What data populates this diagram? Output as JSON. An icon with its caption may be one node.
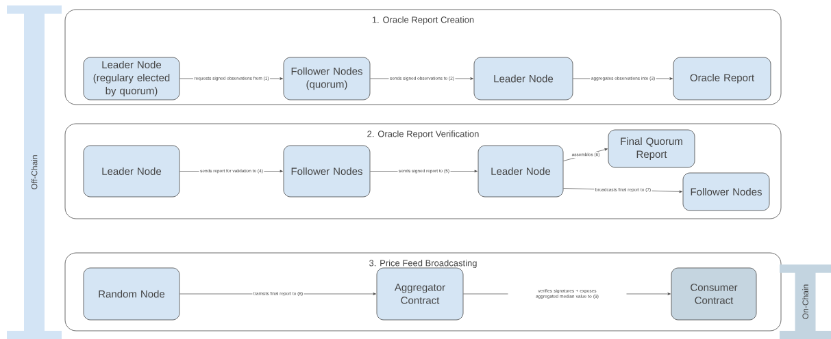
{
  "diagram": {
    "nodes": [
      {
        "text": [
          "1. Oracle Report Creation"
        ]
      },
      {
        "text": [
          "Leader Node (regulary elected by quorum)"
        ],
        "in": 0
      },
      {
        "text": [
          "Follower Nodes (quorum)"
        ],
        "in": 0
      },
      {
        "text": [
          "Leader Node"
        ],
        "in": 0
      },
      {
        "text": [
          "Oracle Report"
        ],
        "in": 0
      },
      {
        "text": [
          "2. Oracle Report Verification"
        ]
      },
      {
        "text": [
          "Leader Node"
        ],
        "in": 5
      },
      {
        "text": [
          "Follower Nodes"
        ],
        "in": 5
      },
      {
        "text": [
          "Leader Node"
        ],
        "in": 5
      },
      {
        "text": [
          "Final Quorum Report"
        ],
        "in": 5
      },
      {
        "text": [
          "Follower Nodes"
        ],
        "in": 5
      },
      {
        "text": [
          "3. Price Feed Broadcasting"
        ]
      },
      {
        "text": [
          "Random Node"
        ],
        "in": 11
      },
      {
        "text": [
          "Aggregator Contract"
        ],
        "in": 11
      },
      {
        "text": [
          "Consumer Contract"
        ],
        "in": 11
      },
      {
        "text": [
          "Off-Chain"
        ]
      },
      {
        "text": [
          "On-Chain"
        ]
      }
    ],
    "edges": [
      {
        "from": 1,
        "to": 2,
        "arrow": "to",
        "label": "requests signed observations from (1)"
      },
      {
        "from": 2,
        "to": 3,
        "arrow": "to",
        "label": "sends signed observations to (2)"
      },
      {
        "from": 3,
        "to": 4,
        "arrow": "to",
        "label": "aggregates observations into (3)"
      },
      {
        "from": 6,
        "to": 7,
        "arrow": "to",
        "label": "sends report for validation to (4)"
      },
      {
        "from": 7,
        "to": 8,
        "arrow": "to",
        "label": "sends signed report to (5)"
      },
      {
        "from": 8,
        "to": 9,
        "arrow": "to",
        "label": "assembles (6)"
      },
      {
        "from": 8,
        "to": 10,
        "arrow": "to",
        "label": "broadcasts final report to (7)"
      },
      {
        "from": 12,
        "to": 13,
        "arrow": "to",
        "label": "tramsits final report to (8)"
      },
      {
        "from": 13,
        "to": 14,
        "arrow": "to",
        "label": "verifies signatures + exposes aggregated median value to (9)"
      }
    ]
  }
}
